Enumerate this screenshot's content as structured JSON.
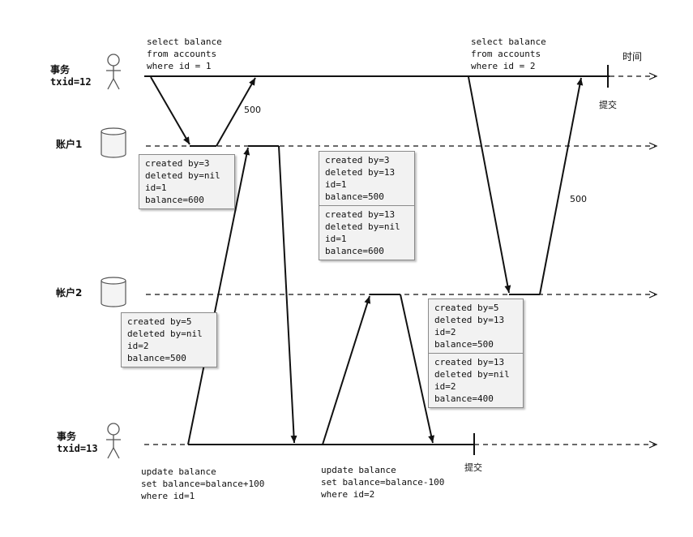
{
  "lanes": {
    "tx12": {
      "label": "事务",
      "txid": "txid=12"
    },
    "acct1": {
      "label": "账户1"
    },
    "acct2": {
      "label": "帐户2"
    },
    "tx13": {
      "label": "事务",
      "txid": "txid=13"
    }
  },
  "time_label": "时间",
  "commit_label": "提交",
  "queries": {
    "tx12_q1": "select balance\nfrom accounts\nwhere id = 1",
    "tx12_q2": "select balance\nfrom accounts\nwhere id = 2",
    "tx13_u1": "update balance\nset balance=balance+100\nwhere id=1",
    "tx13_u2": "update balance\nset balance=balance-100\nwhere id=2"
  },
  "results": {
    "r1": "500",
    "r2": "500"
  },
  "record_boxes": {
    "acct1_initial": [
      "created by=3\ndeleted by=nil\nid=1\nbalance=600"
    ],
    "acct1_versions": [
      "created by=3\ndeleted by=13\nid=1\nbalance=500",
      "created by=13\ndeleted by=nil\nid=1\nbalance=600"
    ],
    "acct2_initial": [
      "created by=5\ndeleted by=nil\nid=2\nbalance=500"
    ],
    "acct2_versions": [
      "created by=5\ndeleted by=13\nid=2\nbalance=500",
      "created by=13\ndeleted by=nil\nid=2\nbalance=400"
    ]
  }
}
